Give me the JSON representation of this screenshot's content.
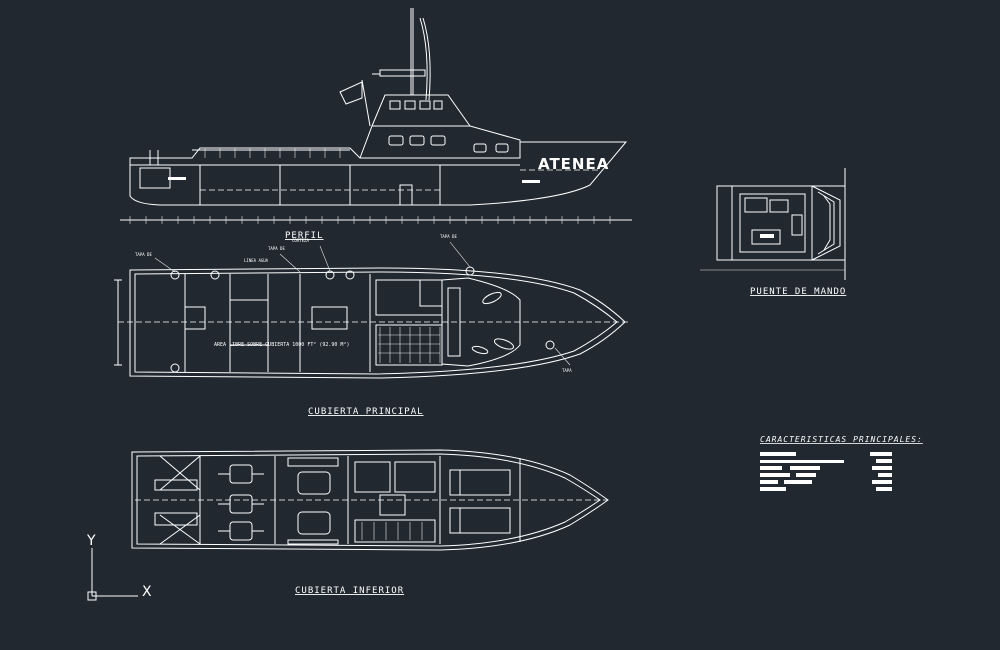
{
  "vessel": {
    "name": "ATENEA"
  },
  "views": {
    "profile": "PERFIL",
    "main_deck": "CUBIERTA PRINCIPAL",
    "lower_deck": "CUBIERTA INFERIOR",
    "bridge": "PUENTE DE MANDO"
  },
  "main_deck_note": "AREA LIBRE SOBRE CUBIERTA 1000 FT² (92.90 M²)",
  "characteristics": {
    "title": "CARACTERISTICAS PRINCIPALES:"
  },
  "axes": {
    "x": "X",
    "y": "Y"
  },
  "colors": {
    "background": "#212830",
    "lines": "#ffffff"
  }
}
